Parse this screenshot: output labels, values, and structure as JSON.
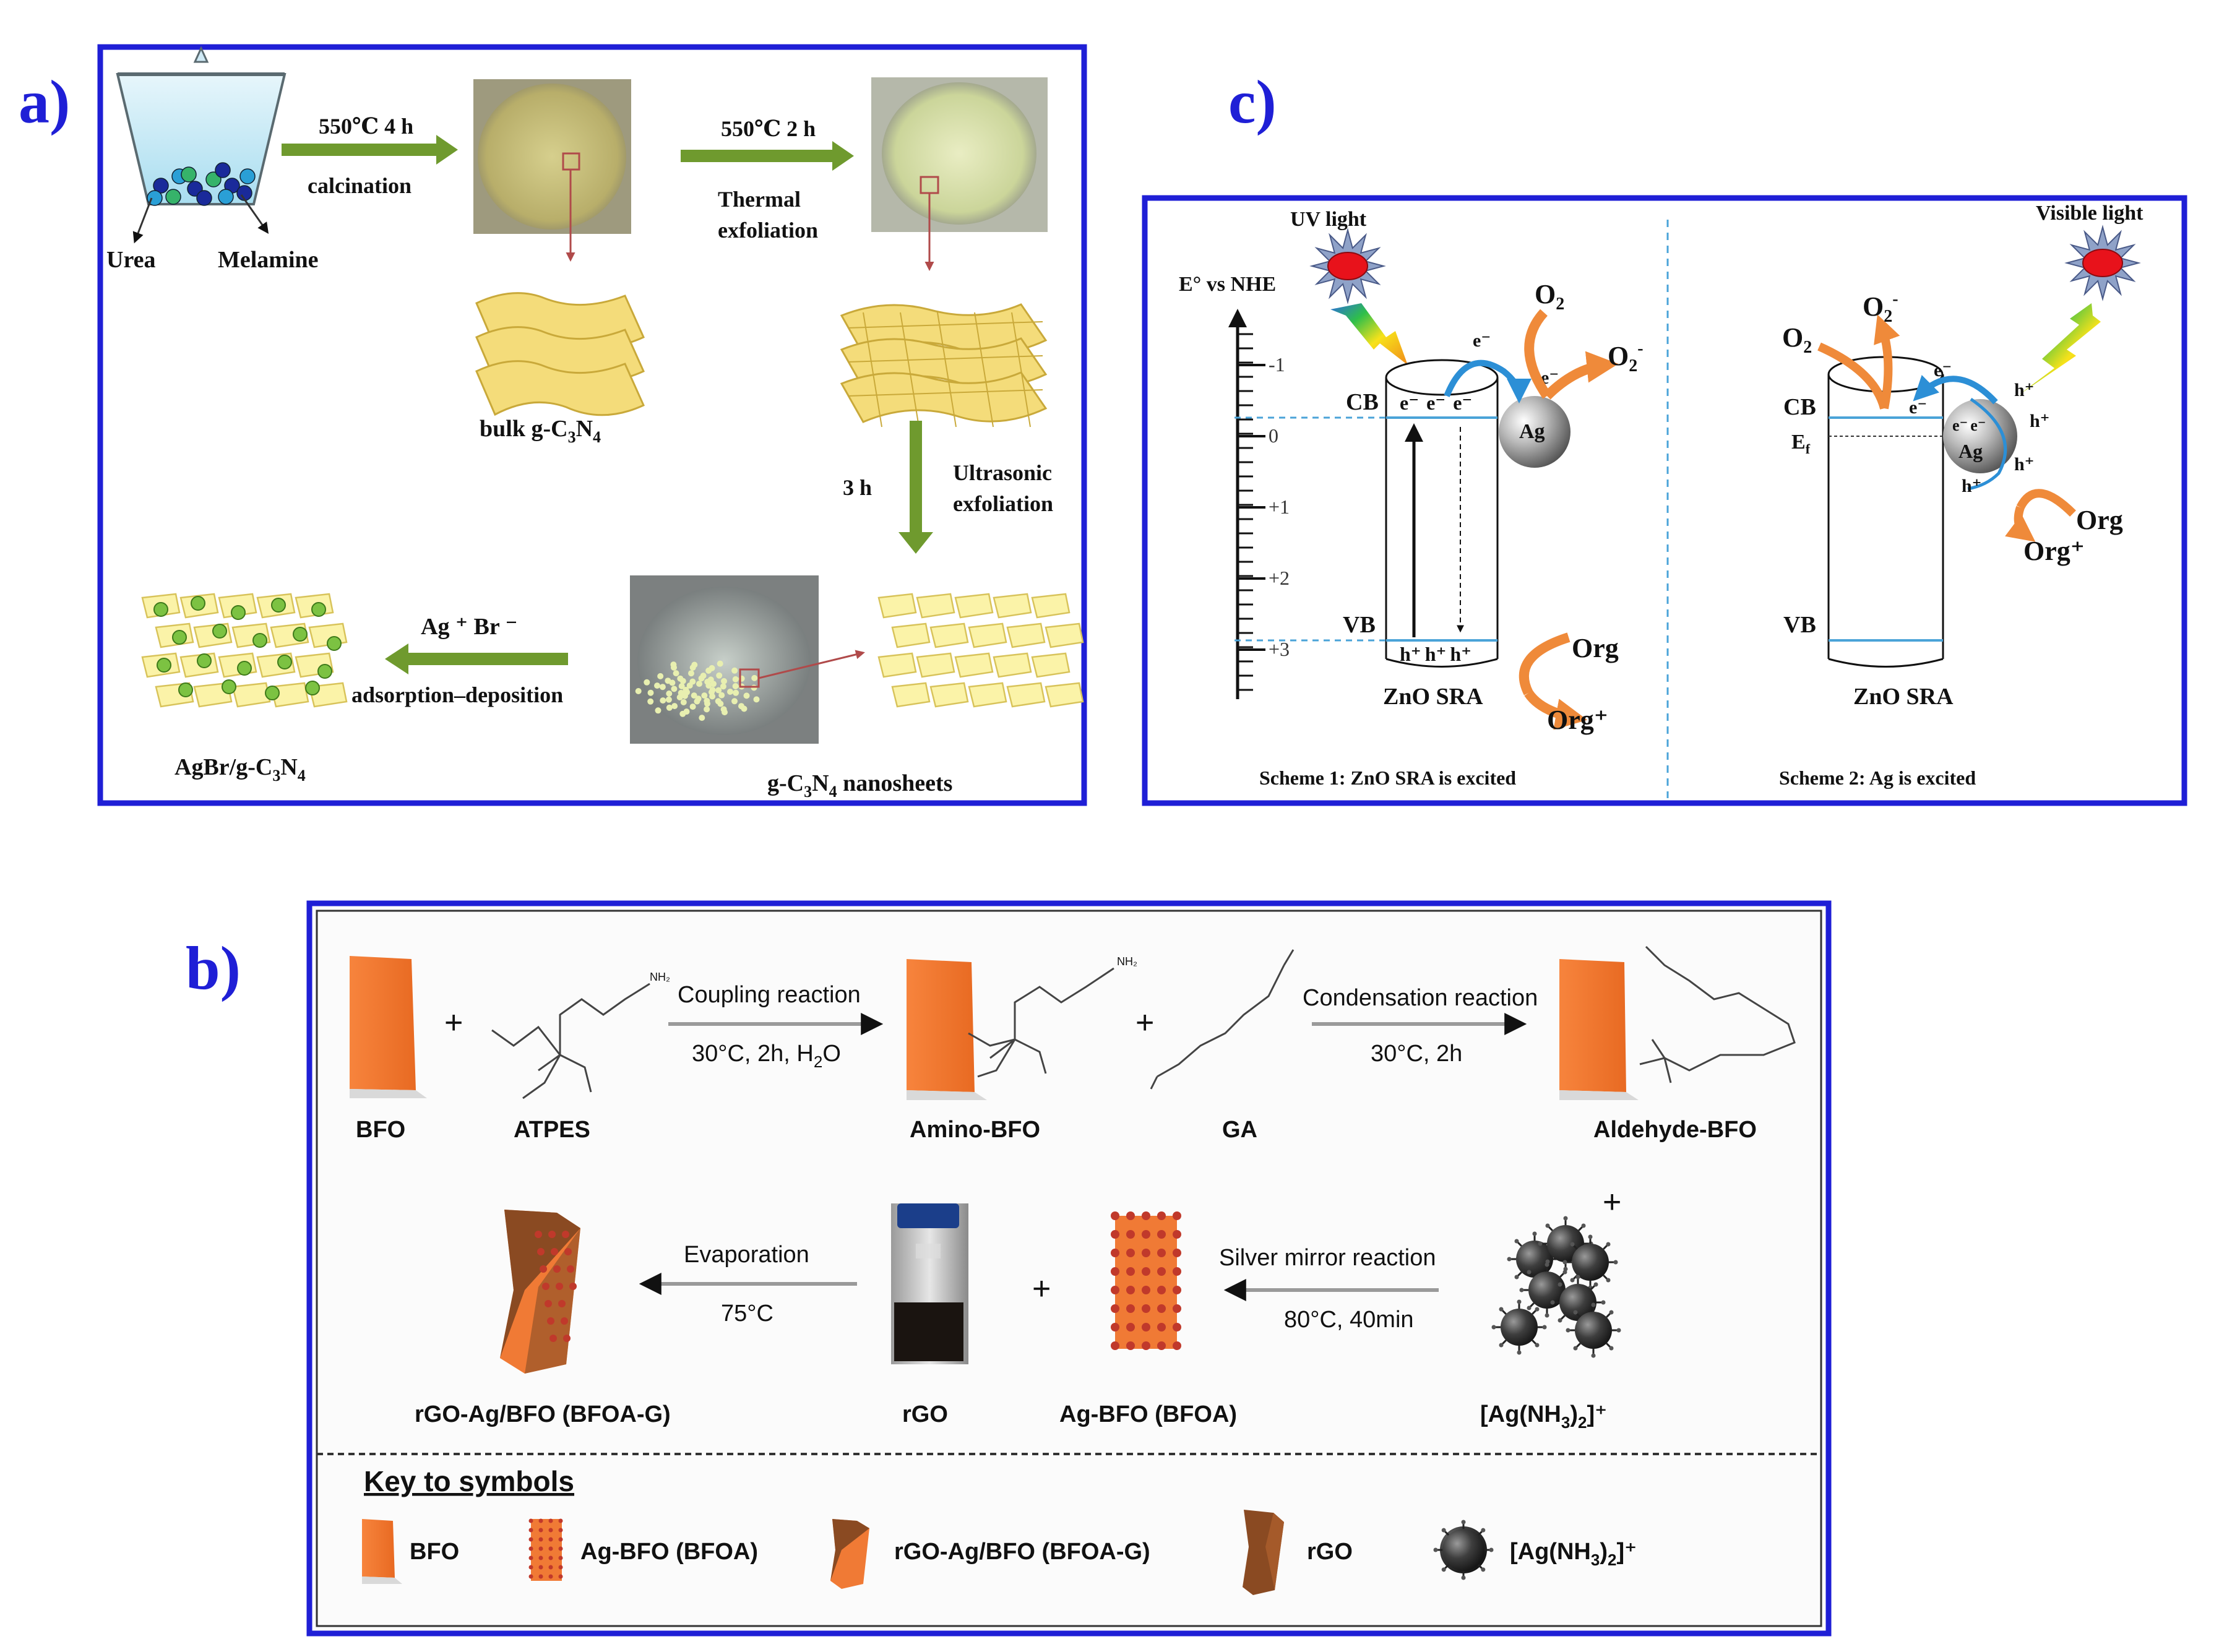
{
  "colors": {
    "frame": "#1f1fd6",
    "panel_label": "#1f1fd6",
    "arrow_green": "#6f9a2e",
    "bfo_orange": "#f07a35",
    "rgo_brown": "#8a4a22",
    "ag_dot": "#c0392b",
    "band_line": "#4aa3d8",
    "sun_red": "#e8121b",
    "arrow_orange": "#ef8a3a",
    "arrow_blue": "#2c8fd6",
    "sheet_yellow": "#f4dc7a",
    "nanosheet_yellow": "#fbf3a8",
    "agbr_green": "#7cc242",
    "gray_arrow": "#9a9a9a"
  },
  "panel_a": {
    "label": "a)",
    "urea": "Urea",
    "melamine": "Melamine",
    "step1_temp": "550℃ 4 h",
    "step1_name": "calcination",
    "bulk_label_main": "bulk g-C",
    "bulk_sub1": "3",
    "bulk_mid": "N",
    "bulk_sub2": "4",
    "step2_temp": "550℃  2 h",
    "step2_name_1": "Thermal",
    "step2_name_2": "exfoliation",
    "step3_time": "3 h",
    "step3_name_1": "Ultrasonic",
    "step3_name_2": "exfoliation",
    "nanosheets_main": "g-C",
    "nanosheets_sub1": "3",
    "nanosheets_mid": "N",
    "nanosheets_sub2": "4",
    "nanosheets_tail": " nanosheets",
    "step4_ions": "Ag ⁺ Br ⁻",
    "step4_name": "adsorption–deposition",
    "agbr_main": "AgBr/g-C",
    "agbr_sub1": "3",
    "agbr_mid": "N",
    "agbr_sub2": "4"
  },
  "panel_b": {
    "label": "b)",
    "bfo": "BFO",
    "atpes": "ATPES",
    "coupling": "Coupling reaction",
    "coupling_cond": "30°C, 2h, H",
    "coupling_sub": "2",
    "coupling_tail": "O",
    "amino_bfo": "Amino-BFO",
    "ga": "GA",
    "condensation": "Condensation reaction",
    "condensation_cond": "30°C, 2h",
    "aldehyde_bfo": "Aldehyde-BFO",
    "evaporation": "Evaporation",
    "evap_cond": "75°C",
    "silver_mirror": "Silver mirror reaction",
    "silver_cond": "80°C, 40min",
    "rgo_ag_bfo": "rGO-Ag/BFO (BFOA-G)",
    "rgo": "rGO",
    "ag_bfo": "Ag-BFO (BFOA)",
    "complex_main": "[Ag(NH",
    "complex_sub": "3",
    "complex_mid": ")",
    "complex_sub2": "2",
    "complex_tail": "]⁺",
    "plus": "+",
    "nh2": "NH₂",
    "key_title": "Key to symbols",
    "key_bfo": "BFO",
    "key_ag_bfo": "Ag-BFO (BFOA)",
    "key_rgo_ag_bfo": "rGO-Ag/BFO  (BFOA-G)",
    "key_rgo": "rGO",
    "key_complex_main": "[Ag(NH",
    "key_complex_sub": "3",
    "key_complex_mid": ")",
    "key_complex_sub2": "2",
    "key_complex_tail": "]⁺"
  },
  "panel_c": {
    "label": "c)",
    "uv_light": "UV light",
    "visible_light": "Visible light",
    "axis_label": "E° vs NHE",
    "ticks": [
      "-1",
      "0",
      "+1",
      "+2",
      "+3"
    ],
    "cb": "CB",
    "vb": "VB",
    "ef": "E",
    "ef_sub": "f",
    "ag": "Ag",
    "o2": "O",
    "o2_sub": "2",
    "o2_minus_sup": "-",
    "e_minus": "e⁻",
    "h_plus": "h⁺",
    "org": "Org",
    "org_plus": "Org⁺",
    "zno_sra": "ZnO SRA",
    "scheme1": "Scheme 1: ZnO SRA is excited",
    "scheme2": "Scheme 2: Ag is excited"
  }
}
